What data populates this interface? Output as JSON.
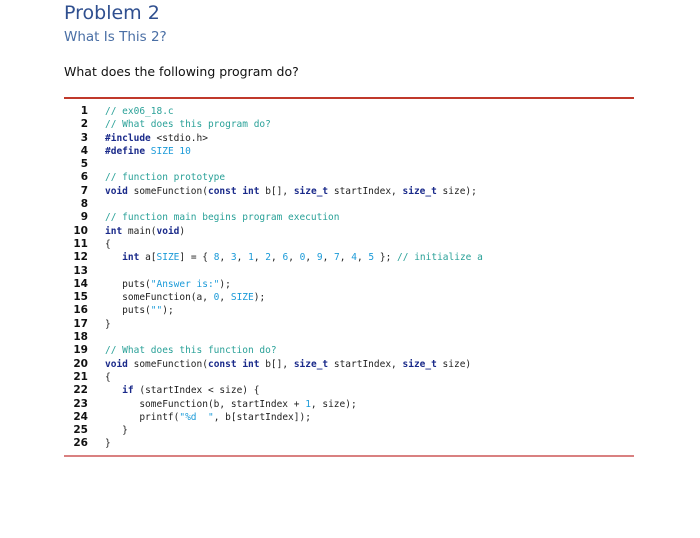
{
  "header": {
    "title": "Problem 2",
    "subtitle": "What Is This 2?",
    "question": "What does the following program do?"
  },
  "code": {
    "lines": [
      {
        "n": "1",
        "tokens": [
          {
            "t": "// ex06_18.c",
            "c": "cm"
          }
        ]
      },
      {
        "n": "2",
        "tokens": [
          {
            "t": "// What does this program do?",
            "c": "cm"
          }
        ]
      },
      {
        "n": "3",
        "tokens": [
          {
            "t": "#include",
            "c": "pp"
          },
          {
            "t": " <stdio.h>",
            "c": ""
          }
        ]
      },
      {
        "n": "4",
        "tokens": [
          {
            "t": "#define",
            "c": "pp"
          },
          {
            "t": " ",
            "c": ""
          },
          {
            "t": "SIZE",
            "c": "mc"
          },
          {
            "t": " ",
            "c": ""
          },
          {
            "t": "10",
            "c": "num"
          }
        ]
      },
      {
        "n": "5",
        "tokens": []
      },
      {
        "n": "6",
        "tokens": [
          {
            "t": "// function prototype",
            "c": "cm"
          }
        ]
      },
      {
        "n": "7",
        "tokens": [
          {
            "t": "void",
            "c": "kw"
          },
          {
            "t": " someFunction(",
            "c": ""
          },
          {
            "t": "const",
            "c": "kw"
          },
          {
            "t": " ",
            "c": ""
          },
          {
            "t": "int",
            "c": "kw"
          },
          {
            "t": " b[], ",
            "c": ""
          },
          {
            "t": "size_t",
            "c": "kw"
          },
          {
            "t": " startIndex, ",
            "c": ""
          },
          {
            "t": "size_t",
            "c": "kw"
          },
          {
            "t": " size);",
            "c": ""
          }
        ]
      },
      {
        "n": "8",
        "tokens": []
      },
      {
        "n": "9",
        "tokens": [
          {
            "t": "// function main begins program execution",
            "c": "cm"
          }
        ]
      },
      {
        "n": "10",
        "tokens": [
          {
            "t": "int",
            "c": "kw"
          },
          {
            "t": " main(",
            "c": ""
          },
          {
            "t": "void",
            "c": "kw"
          },
          {
            "t": ")",
            "c": ""
          }
        ]
      },
      {
        "n": "11",
        "tokens": [
          {
            "t": "{",
            "c": ""
          }
        ]
      },
      {
        "n": "12",
        "tokens": [
          {
            "t": "   ",
            "c": ""
          },
          {
            "t": "int",
            "c": "kw"
          },
          {
            "t": " a[",
            "c": ""
          },
          {
            "t": "SIZE",
            "c": "mc"
          },
          {
            "t": "] = { ",
            "c": ""
          },
          {
            "t": "8",
            "c": "num"
          },
          {
            "t": ", ",
            "c": ""
          },
          {
            "t": "3",
            "c": "num"
          },
          {
            "t": ", ",
            "c": ""
          },
          {
            "t": "1",
            "c": "num"
          },
          {
            "t": ", ",
            "c": ""
          },
          {
            "t": "2",
            "c": "num"
          },
          {
            "t": ", ",
            "c": ""
          },
          {
            "t": "6",
            "c": "num"
          },
          {
            "t": ", ",
            "c": ""
          },
          {
            "t": "0",
            "c": "num"
          },
          {
            "t": ", ",
            "c": ""
          },
          {
            "t": "9",
            "c": "num"
          },
          {
            "t": ", ",
            "c": ""
          },
          {
            "t": "7",
            "c": "num"
          },
          {
            "t": ", ",
            "c": ""
          },
          {
            "t": "4",
            "c": "num"
          },
          {
            "t": ", ",
            "c": ""
          },
          {
            "t": "5",
            "c": "num"
          },
          {
            "t": " }; ",
            "c": ""
          },
          {
            "t": "// initialize a",
            "c": "cm"
          }
        ]
      },
      {
        "n": "13",
        "tokens": []
      },
      {
        "n": "14",
        "tokens": [
          {
            "t": "   puts(",
            "c": ""
          },
          {
            "t": "\"Answer is:\"",
            "c": "str"
          },
          {
            "t": ");",
            "c": ""
          }
        ]
      },
      {
        "n": "15",
        "tokens": [
          {
            "t": "   someFunction(a, ",
            "c": ""
          },
          {
            "t": "0",
            "c": "num"
          },
          {
            "t": ", ",
            "c": ""
          },
          {
            "t": "SIZE",
            "c": "mc"
          },
          {
            "t": ");",
            "c": ""
          }
        ]
      },
      {
        "n": "16",
        "tokens": [
          {
            "t": "   puts(",
            "c": ""
          },
          {
            "t": "\"\"",
            "c": "str"
          },
          {
            "t": ");",
            "c": ""
          }
        ]
      },
      {
        "n": "17",
        "tokens": [
          {
            "t": "}",
            "c": ""
          }
        ]
      },
      {
        "n": "18",
        "tokens": []
      },
      {
        "n": "19",
        "tokens": [
          {
            "t": "// What does this function do?",
            "c": "cm"
          }
        ]
      },
      {
        "n": "20",
        "tokens": [
          {
            "t": "void",
            "c": "kw"
          },
          {
            "t": " someFunction(",
            "c": ""
          },
          {
            "t": "const",
            "c": "kw"
          },
          {
            "t": " ",
            "c": ""
          },
          {
            "t": "int",
            "c": "kw"
          },
          {
            "t": " b[], ",
            "c": ""
          },
          {
            "t": "size_t",
            "c": "kw"
          },
          {
            "t": " startIndex, ",
            "c": ""
          },
          {
            "t": "size_t",
            "c": "kw"
          },
          {
            "t": " size)",
            "c": ""
          }
        ]
      },
      {
        "n": "21",
        "tokens": [
          {
            "t": "{",
            "c": ""
          }
        ]
      },
      {
        "n": "22",
        "tokens": [
          {
            "t": "   ",
            "c": ""
          },
          {
            "t": "if",
            "c": "kw"
          },
          {
            "t": " (startIndex < size) {",
            "c": ""
          }
        ]
      },
      {
        "n": "23",
        "tokens": [
          {
            "t": "      someFunction(b, startIndex + ",
            "c": ""
          },
          {
            "t": "1",
            "c": "num"
          },
          {
            "t": ", size);",
            "c": ""
          }
        ]
      },
      {
        "n": "24",
        "tokens": [
          {
            "t": "      printf(",
            "c": ""
          },
          {
            "t": "\"%d  \"",
            "c": "str"
          },
          {
            "t": ", b[startIndex]);",
            "c": ""
          }
        ]
      },
      {
        "n": "25",
        "tokens": [
          {
            "t": "   }",
            "c": ""
          }
        ]
      },
      {
        "n": "26",
        "tokens": [
          {
            "t": "}",
            "c": ""
          }
        ]
      }
    ]
  }
}
